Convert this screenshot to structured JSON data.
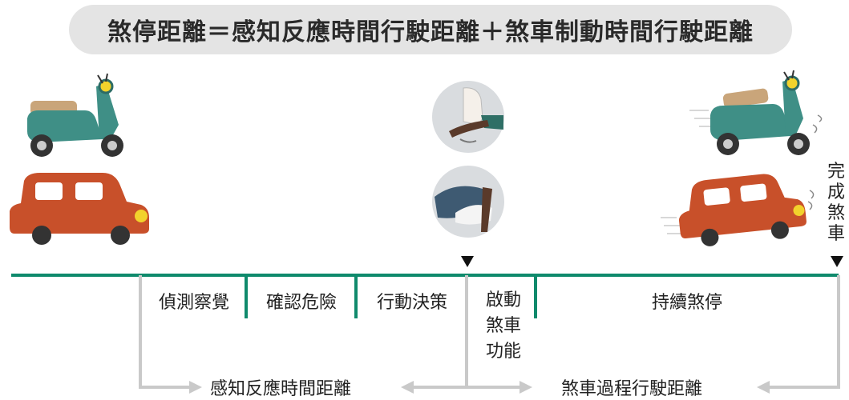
{
  "title": "煞停距離＝感知反應時間行駛距離＋煞車制動時間行駛距離",
  "timeline": {
    "segments": [
      "偵測察覺",
      "確認危險",
      "行動決策"
    ],
    "start_brake": "啟動\n煞車\n功能",
    "continue_brake": "持續煞停",
    "complete_brake": "完成煞車"
  },
  "bottom": {
    "perception_label": "感知反應時間距離",
    "braking_label": "煞車過程行駛距離"
  },
  "colors": {
    "accent_green": "#0f8a6c",
    "bracket_gray": "#c9c9c9",
    "title_bg": "#e4e4e4",
    "car_red": "#c8502a",
    "scooter_teal": "#3f8f86",
    "seat_tan": "#c9a57a"
  },
  "icons": [
    "scooter-icon",
    "car-icon",
    "hand-brake-icon",
    "foot-brake-icon",
    "moving-scooter-icon",
    "moving-car-icon"
  ]
}
